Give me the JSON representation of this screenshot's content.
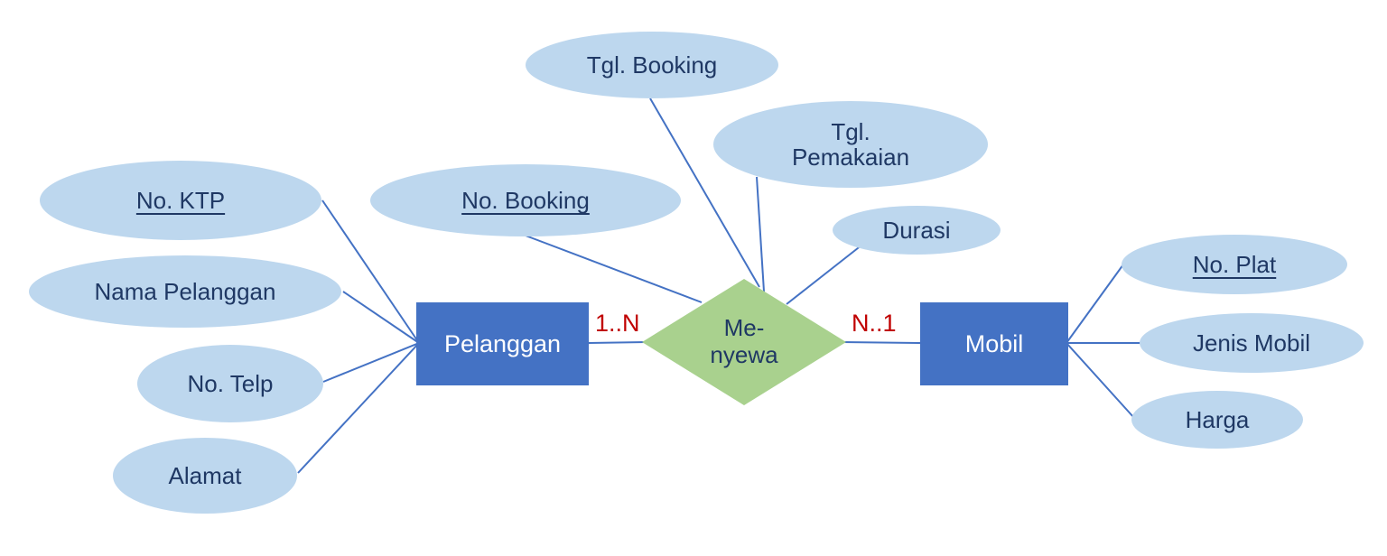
{
  "colors": {
    "entity_fill": "#4472C4",
    "entity_text": "#ffffff",
    "attribute_fill": "#BDD7EE",
    "attribute_text": "#1F3864",
    "relationship_fill": "#A9D18E",
    "relationship_text": "#1F3864",
    "connector": "#4472C4",
    "cardinality_text": "#C00000"
  },
  "entities": [
    {
      "id": "pelanggan",
      "label": "Pelanggan"
    },
    {
      "id": "mobil",
      "label": "Mobil"
    }
  ],
  "relationship": {
    "label": "Me-nyewa",
    "label_line1": "Me-",
    "label_line2": "nyewa"
  },
  "cardinalities": [
    {
      "between": "pelanggan-menyewa",
      "label": "1..N"
    },
    {
      "between": "menyewa-mobil",
      "label": "N..1"
    }
  ],
  "attributes": {
    "pelanggan": [
      {
        "label": "No. KTP",
        "key": true
      },
      {
        "label": "Nama Pelanggan",
        "key": false
      },
      {
        "label": "No. Telp",
        "key": false
      },
      {
        "label": "Alamat",
        "key": false
      }
    ],
    "menyewa": [
      {
        "label": "No. Booking",
        "key": true
      },
      {
        "label": "Tgl. Booking",
        "key": false
      },
      {
        "label": "Tgl. Pemakaian",
        "key": false
      },
      {
        "label": "Durasi",
        "key": false
      }
    ],
    "mobil": [
      {
        "label": "No. Plat",
        "key": true
      },
      {
        "label": "Jenis Mobil",
        "key": false
      },
      {
        "label": "Harga",
        "key": false
      }
    ]
  }
}
